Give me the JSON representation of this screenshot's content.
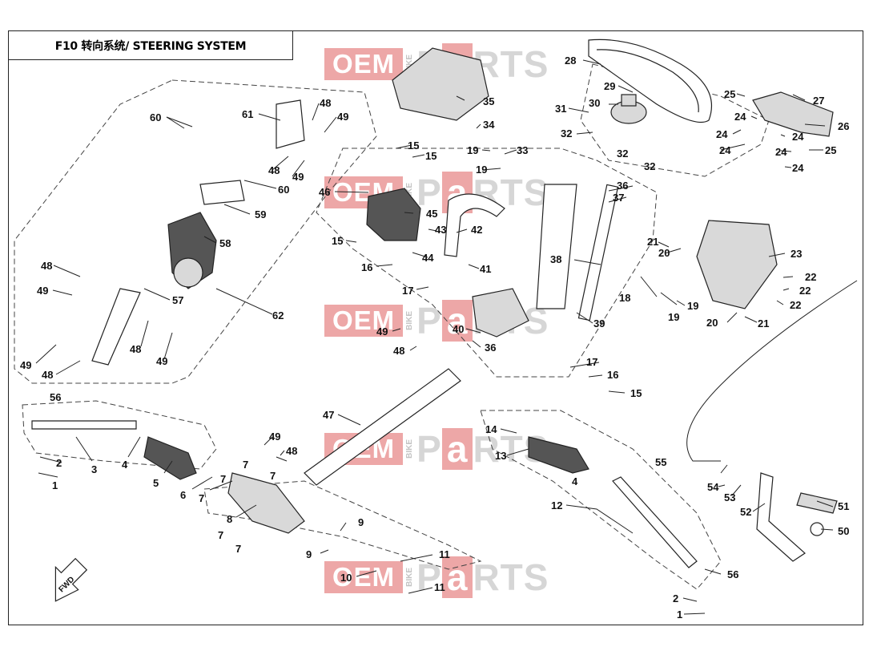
{
  "title": "F10 转向系统/ STEERING SYSTEM",
  "watermark": {
    "oem": "OEM",
    "bike": "BIKE",
    "parts_pre": "P",
    "parts_a": "a",
    "parts_post": "RTS"
  },
  "direction_arrow": "FWD",
  "colors": {
    "watermark_red": "#e88a8a",
    "line": "#222222"
  },
  "callouts": [
    "1",
    "2",
    "3",
    "4",
    "5",
    "6",
    "7",
    "8",
    "9",
    "10",
    "11",
    "12",
    "13",
    "14",
    "15",
    "16",
    "17",
    "18",
    "19",
    "20",
    "21",
    "22",
    "23",
    "24",
    "25",
    "26",
    "27",
    "28",
    "29",
    "30",
    "31",
    "32",
    "33",
    "34",
    "35",
    "36",
    "37",
    "38",
    "39",
    "40",
    "41",
    "42",
    "43",
    "44",
    "45",
    "46",
    "47",
    "48",
    "49",
    "50",
    "51",
    "52",
    "53",
    "54",
    "55",
    "56",
    "57",
    "58",
    "59",
    "60",
    "61",
    "62"
  ]
}
